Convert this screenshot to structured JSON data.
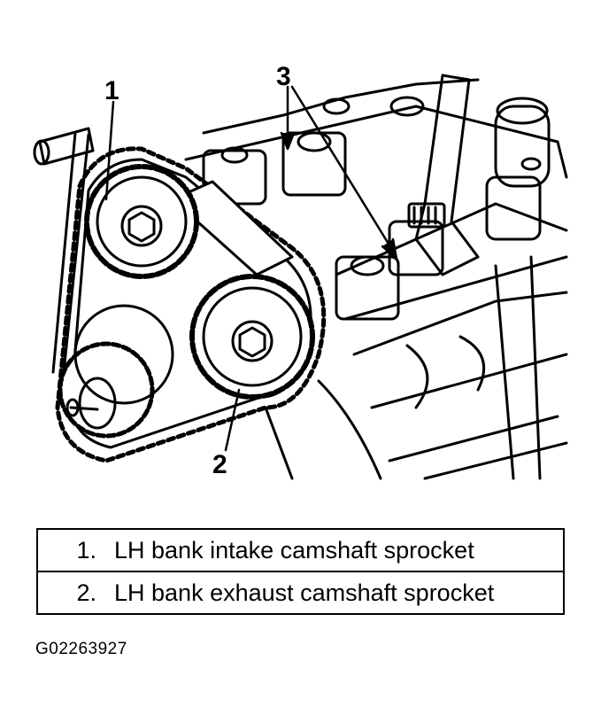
{
  "callouts": {
    "c1": "1",
    "c2": "2",
    "c3": "3"
  },
  "legend": [
    {
      "number": "1.",
      "text": "LH bank intake camshaft sprocket"
    },
    {
      "number": "2.",
      "text": "LH bank exhaust camshaft sprocket"
    }
  ],
  "figure_id": "G02263927"
}
